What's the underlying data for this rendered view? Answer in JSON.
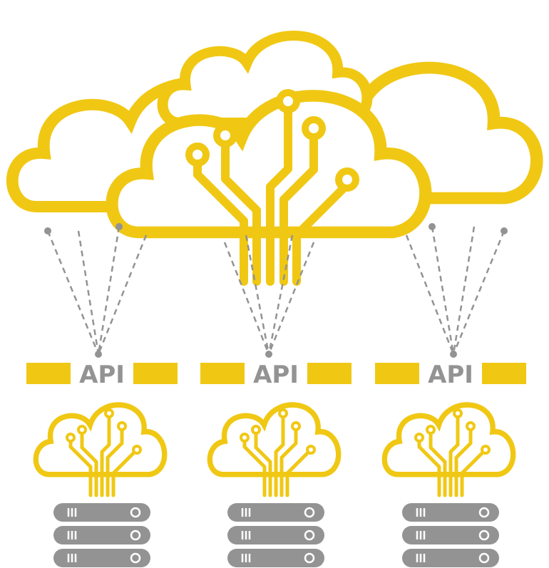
{
  "colors": {
    "accent": "#F0C814",
    "gray": "#939393",
    "background": "#FFFFFF"
  },
  "icons": {
    "main": "cloud-circuit-cluster-icon",
    "node": "cloud-circuit-icon",
    "server": "server-rack-icon",
    "connector": "dashed-connection-lines"
  },
  "nodes": [
    {
      "label": "API",
      "server_units": 3
    },
    {
      "label": "API",
      "server_units": 3
    },
    {
      "label": "API",
      "server_units": 3
    }
  ]
}
